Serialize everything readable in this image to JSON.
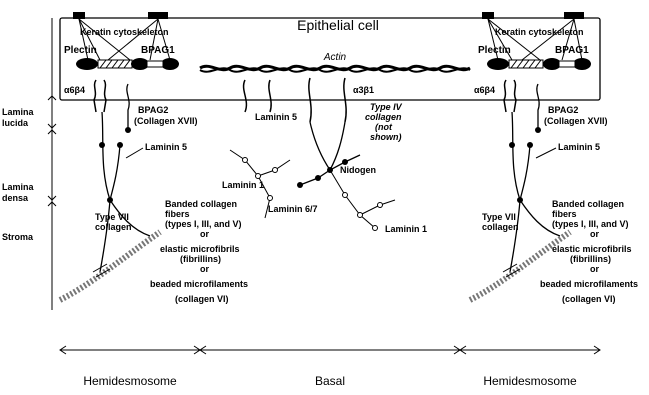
{
  "cell": {
    "title": "Epithelial cell",
    "actin": "Actin"
  },
  "layers": {
    "lamina_lucida_1": "Lamina",
    "lamina_lucida_2": "lucida",
    "lamina_densa_1": "Lamina",
    "lamina_densa_2": "densa",
    "stroma": "Stroma"
  },
  "left": {
    "keratin": "Keratin cytoskeleton",
    "plectin": "Plectin",
    "bpag1": "BPAG1",
    "a6b4": "α6β4",
    "bpag2_1": "BPAG2",
    "bpag2_2": "(Collagen XVII)",
    "laminin5": "Laminin 5",
    "type7_1": "Type VII",
    "type7_2": "collagen",
    "fibers": [
      "Banded collagen",
      "fibers",
      "(types I, III, and V)",
      "or",
      "elastic microfibrils",
      "(fibrillins)",
      "or",
      "beaded microfilaments",
      "(collagen VI)"
    ]
  },
  "center": {
    "a3b1": "α3β1",
    "laminin5": "Laminin 5",
    "type4_1": "Type IV",
    "type4_2": "collagen",
    "type4_3": "(not",
    "type4_4": "shown)",
    "laminin1_left": "Laminin 1",
    "nidogen": "Nidogen",
    "laminin67": "Laminin 6/7",
    "laminin1_right": "Laminin 1"
  },
  "right": {
    "keratin": "Keratin cytoskeleton",
    "plectin": "Plectin",
    "bpag1": "BPAG1",
    "a6b4": "α6β4",
    "bpag2_1": "BPAG2",
    "bpag2_2": "(Collagen XVII)",
    "laminin5": "Laminin 5",
    "type7_1": "Type VII",
    "type7_2": "collagen",
    "fibers": [
      "Banded collagen",
      "fibers",
      "(types I, III, and V)",
      "or",
      "elastic microfibrils",
      "(fibrillins)",
      "or",
      "beaded microfilaments",
      "(collagen VI)"
    ]
  },
  "regions": {
    "left": "Hemidesmosome",
    "center": "Basal",
    "right": "Hemidesmosome"
  }
}
